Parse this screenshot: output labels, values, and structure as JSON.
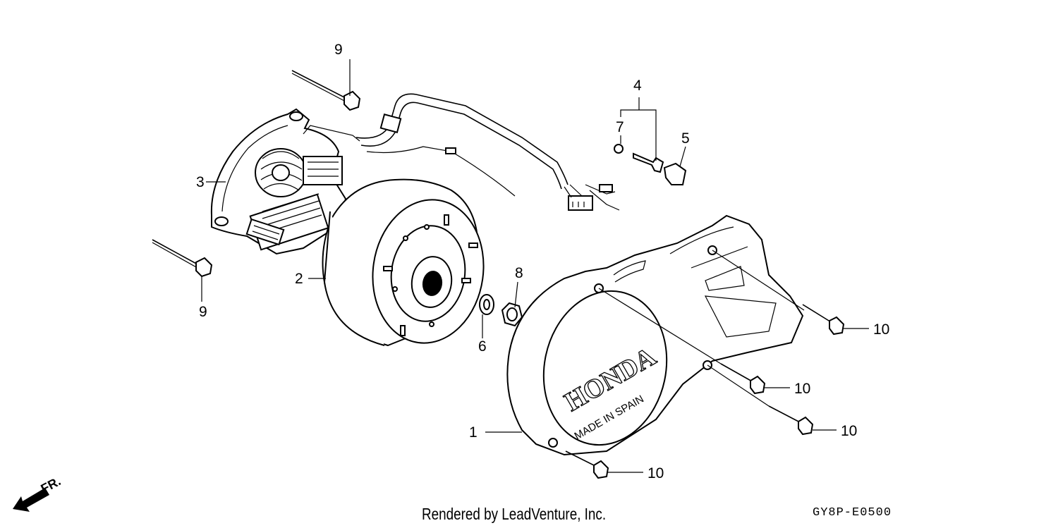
{
  "callouts": {
    "c1": "1",
    "c2": "2",
    "c3": "3",
    "c4": "4",
    "c5": "5",
    "c6": "6",
    "c7": "7",
    "c8": "8",
    "c9a": "9",
    "c9b": "9",
    "c10a": "10",
    "c10b": "10",
    "c10c": "10",
    "c10d": "10"
  },
  "cover": {
    "brand": "HONDA",
    "origin": "MADE IN SPAIN"
  },
  "direction": {
    "label": "FR."
  },
  "footer": {
    "credit": "Rendered by LeadVenture, Inc.",
    "code": "GY8P-E0500"
  }
}
